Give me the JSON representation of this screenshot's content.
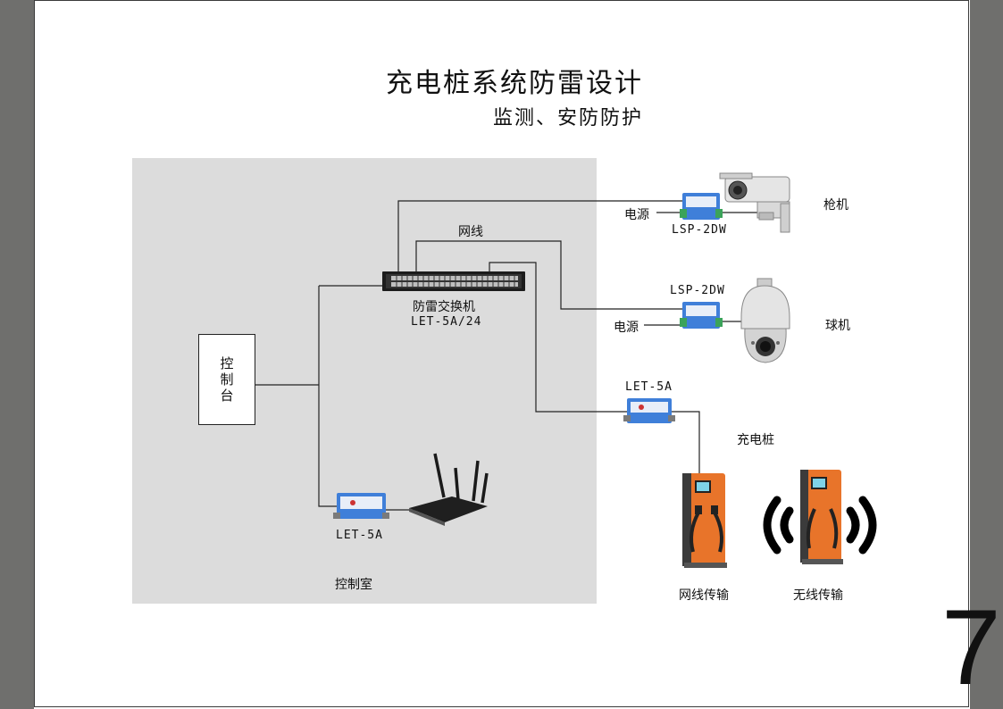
{
  "page": {
    "title": "充电桩系统防雷设计",
    "subtitle": "监测、安防防护",
    "page_number": "7"
  },
  "control_room": {
    "label": "控制室",
    "console_label": "控制台",
    "router_protector_label": "LET-5A"
  },
  "network": {
    "cable_label": "网线",
    "switch_name": "防雷交换机",
    "switch_model": "LET-5A/24"
  },
  "cameras": {
    "gun": {
      "name": "枪机",
      "protector_model": "LSP-2DW",
      "power_label": "电源"
    },
    "dome": {
      "name": "球机",
      "protector_model": "LSP-2DW",
      "power_label": "电源"
    }
  },
  "charging": {
    "protector_model": "LET-5A",
    "station_label": "充电桩",
    "wired_label": "网线传输",
    "wireless_label": "无线传输"
  },
  "colors": {
    "room_bg": "#dcdcdc",
    "side_band": "#6f6f6d",
    "pile_orange": "#e8742a",
    "pile_dark": "#3b3b3b",
    "protector_blue": "#3f7fd9"
  }
}
